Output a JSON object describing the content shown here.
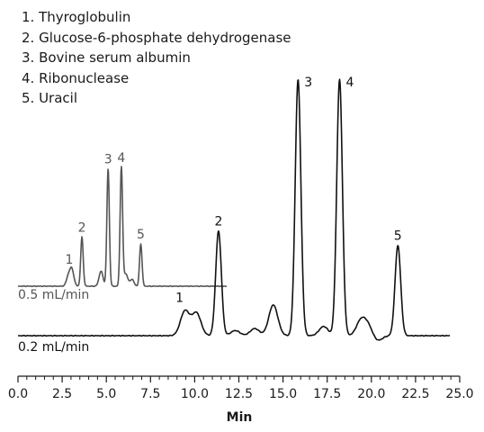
{
  "chart_data": {
    "type": "line",
    "title": "",
    "xlabel": "Min",
    "ylabel": "",
    "xlim": [
      0,
      25
    ],
    "xticks": [
      "0.0",
      "2.5",
      "5.0",
      "7.5",
      "10.0",
      "12.5",
      "15.0",
      "17.5",
      "20.0",
      "22.5",
      "25.0"
    ],
    "legend": {
      "placement": "top-left",
      "items": [
        "1. Thyroglobulin",
        "2. Glucose-6-phosphate dehydrogenase",
        "3. Bovine serum albumin",
        "4. Ribonuclease",
        "5. Uracil"
      ]
    },
    "series": [
      {
        "name": "0.5 mL/min",
        "color": "#555555",
        "x_range": [
          0,
          12
        ],
        "peaks": [
          {
            "label": "1",
            "rt": 3.05,
            "height": 0.24
          },
          {
            "label": "2",
            "rt": 3.62,
            "height": 0.72
          },
          {
            "label": "3",
            "rt": 5.1,
            "height": 1.72
          },
          {
            "label": "4",
            "rt": 5.85,
            "height": 1.74
          },
          {
            "label": "5",
            "rt": 6.95,
            "height": 0.62
          }
        ]
      },
      {
        "name": "0.2 mL/min",
        "color": "#111111",
        "x_range": [
          0,
          24.5
        ],
        "peaks": [
          {
            "label": "1",
            "rt": 9.45,
            "height": 0.24
          },
          {
            "label": "2",
            "rt": 11.35,
            "height": 1.02
          },
          {
            "label": "3",
            "rt": 15.85,
            "height": 2.5
          },
          {
            "label": "4",
            "rt": 18.2,
            "height": 2.5
          },
          {
            "label": "5",
            "rt": 21.5,
            "height": 0.88
          }
        ]
      }
    ]
  }
}
